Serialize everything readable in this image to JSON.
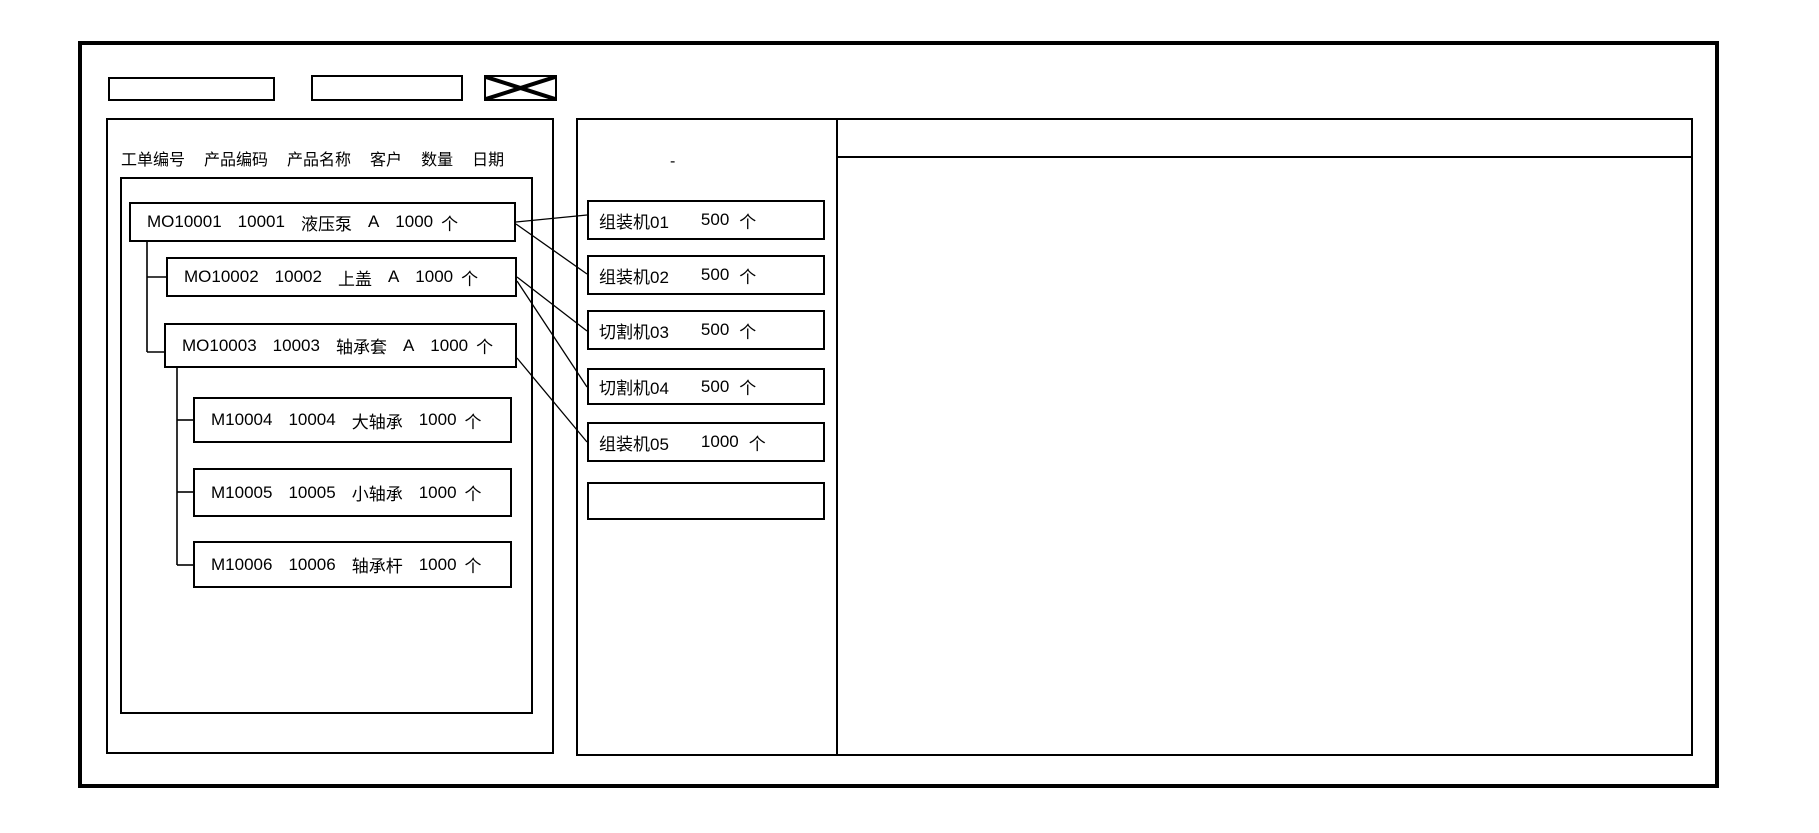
{
  "colors": {
    "background": "#ffffff",
    "line": "#000000"
  },
  "toolbar": {
    "field1_value": "",
    "field2_value": ""
  },
  "order_panel": {
    "columns": [
      "工单编号",
      "产品编码",
      "产品名称",
      "客户",
      "数量",
      "日期"
    ],
    "orders": [
      {
        "wo": "MO10001",
        "code": "10001",
        "name": "液压泵",
        "customer": "A",
        "qty": "1000",
        "unit": "个"
      },
      {
        "wo": "MO10002",
        "code": "10002",
        "name": "上盖",
        "customer": "A",
        "qty": "1000",
        "unit": "个"
      },
      {
        "wo": "MO10003",
        "code": "10003",
        "name": "轴承套",
        "customer": "A",
        "qty": "1000",
        "unit": "个"
      },
      {
        "wo": "M10004",
        "code": "10004",
        "name": "大轴承",
        "customer": "",
        "qty": "1000",
        "unit": "个"
      },
      {
        "wo": "M10005",
        "code": "10005",
        "name": "小轴承",
        "customer": "",
        "qty": "1000",
        "unit": "个"
      },
      {
        "wo": "M10006",
        "code": "10006",
        "name": "轴承杆",
        "customer": "",
        "qty": "1000",
        "unit": "个"
      }
    ]
  },
  "machine_panel": {
    "mark": "-",
    "machines": [
      {
        "name": "组装机01",
        "qty": "500",
        "unit": "个"
      },
      {
        "name": "组装机02",
        "qty": "500",
        "unit": "个"
      },
      {
        "name": "切割机03",
        "qty": "500",
        "unit": "个"
      },
      {
        "name": "切割机04",
        "qty": "500",
        "unit": "个"
      },
      {
        "name": "组装机05",
        "qty": "1000",
        "unit": "个"
      }
    ],
    "empty_slot_value": ""
  }
}
